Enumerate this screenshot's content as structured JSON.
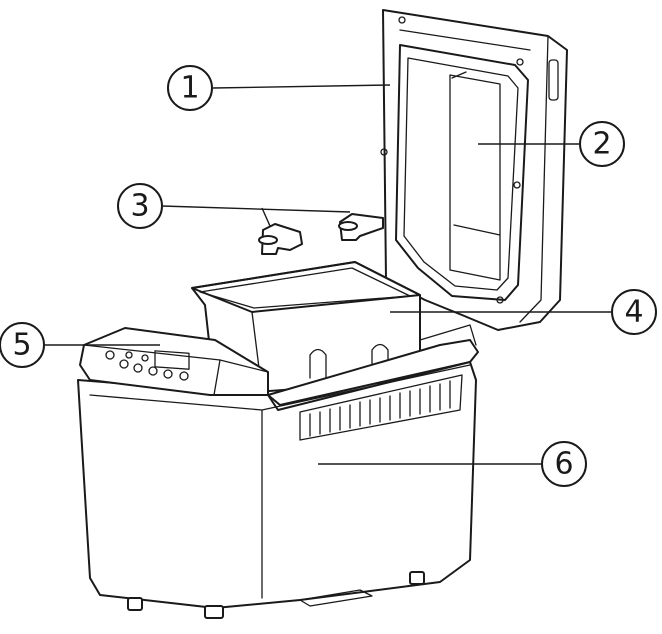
{
  "callouts": [
    {
      "id": "1",
      "part": "lid"
    },
    {
      "id": "2",
      "part": "viewing-window"
    },
    {
      "id": "3",
      "part": "kneading-paddles"
    },
    {
      "id": "4",
      "part": "baking-pan"
    },
    {
      "id": "5",
      "part": "control-panel"
    },
    {
      "id": "6",
      "part": "housing"
    }
  ]
}
